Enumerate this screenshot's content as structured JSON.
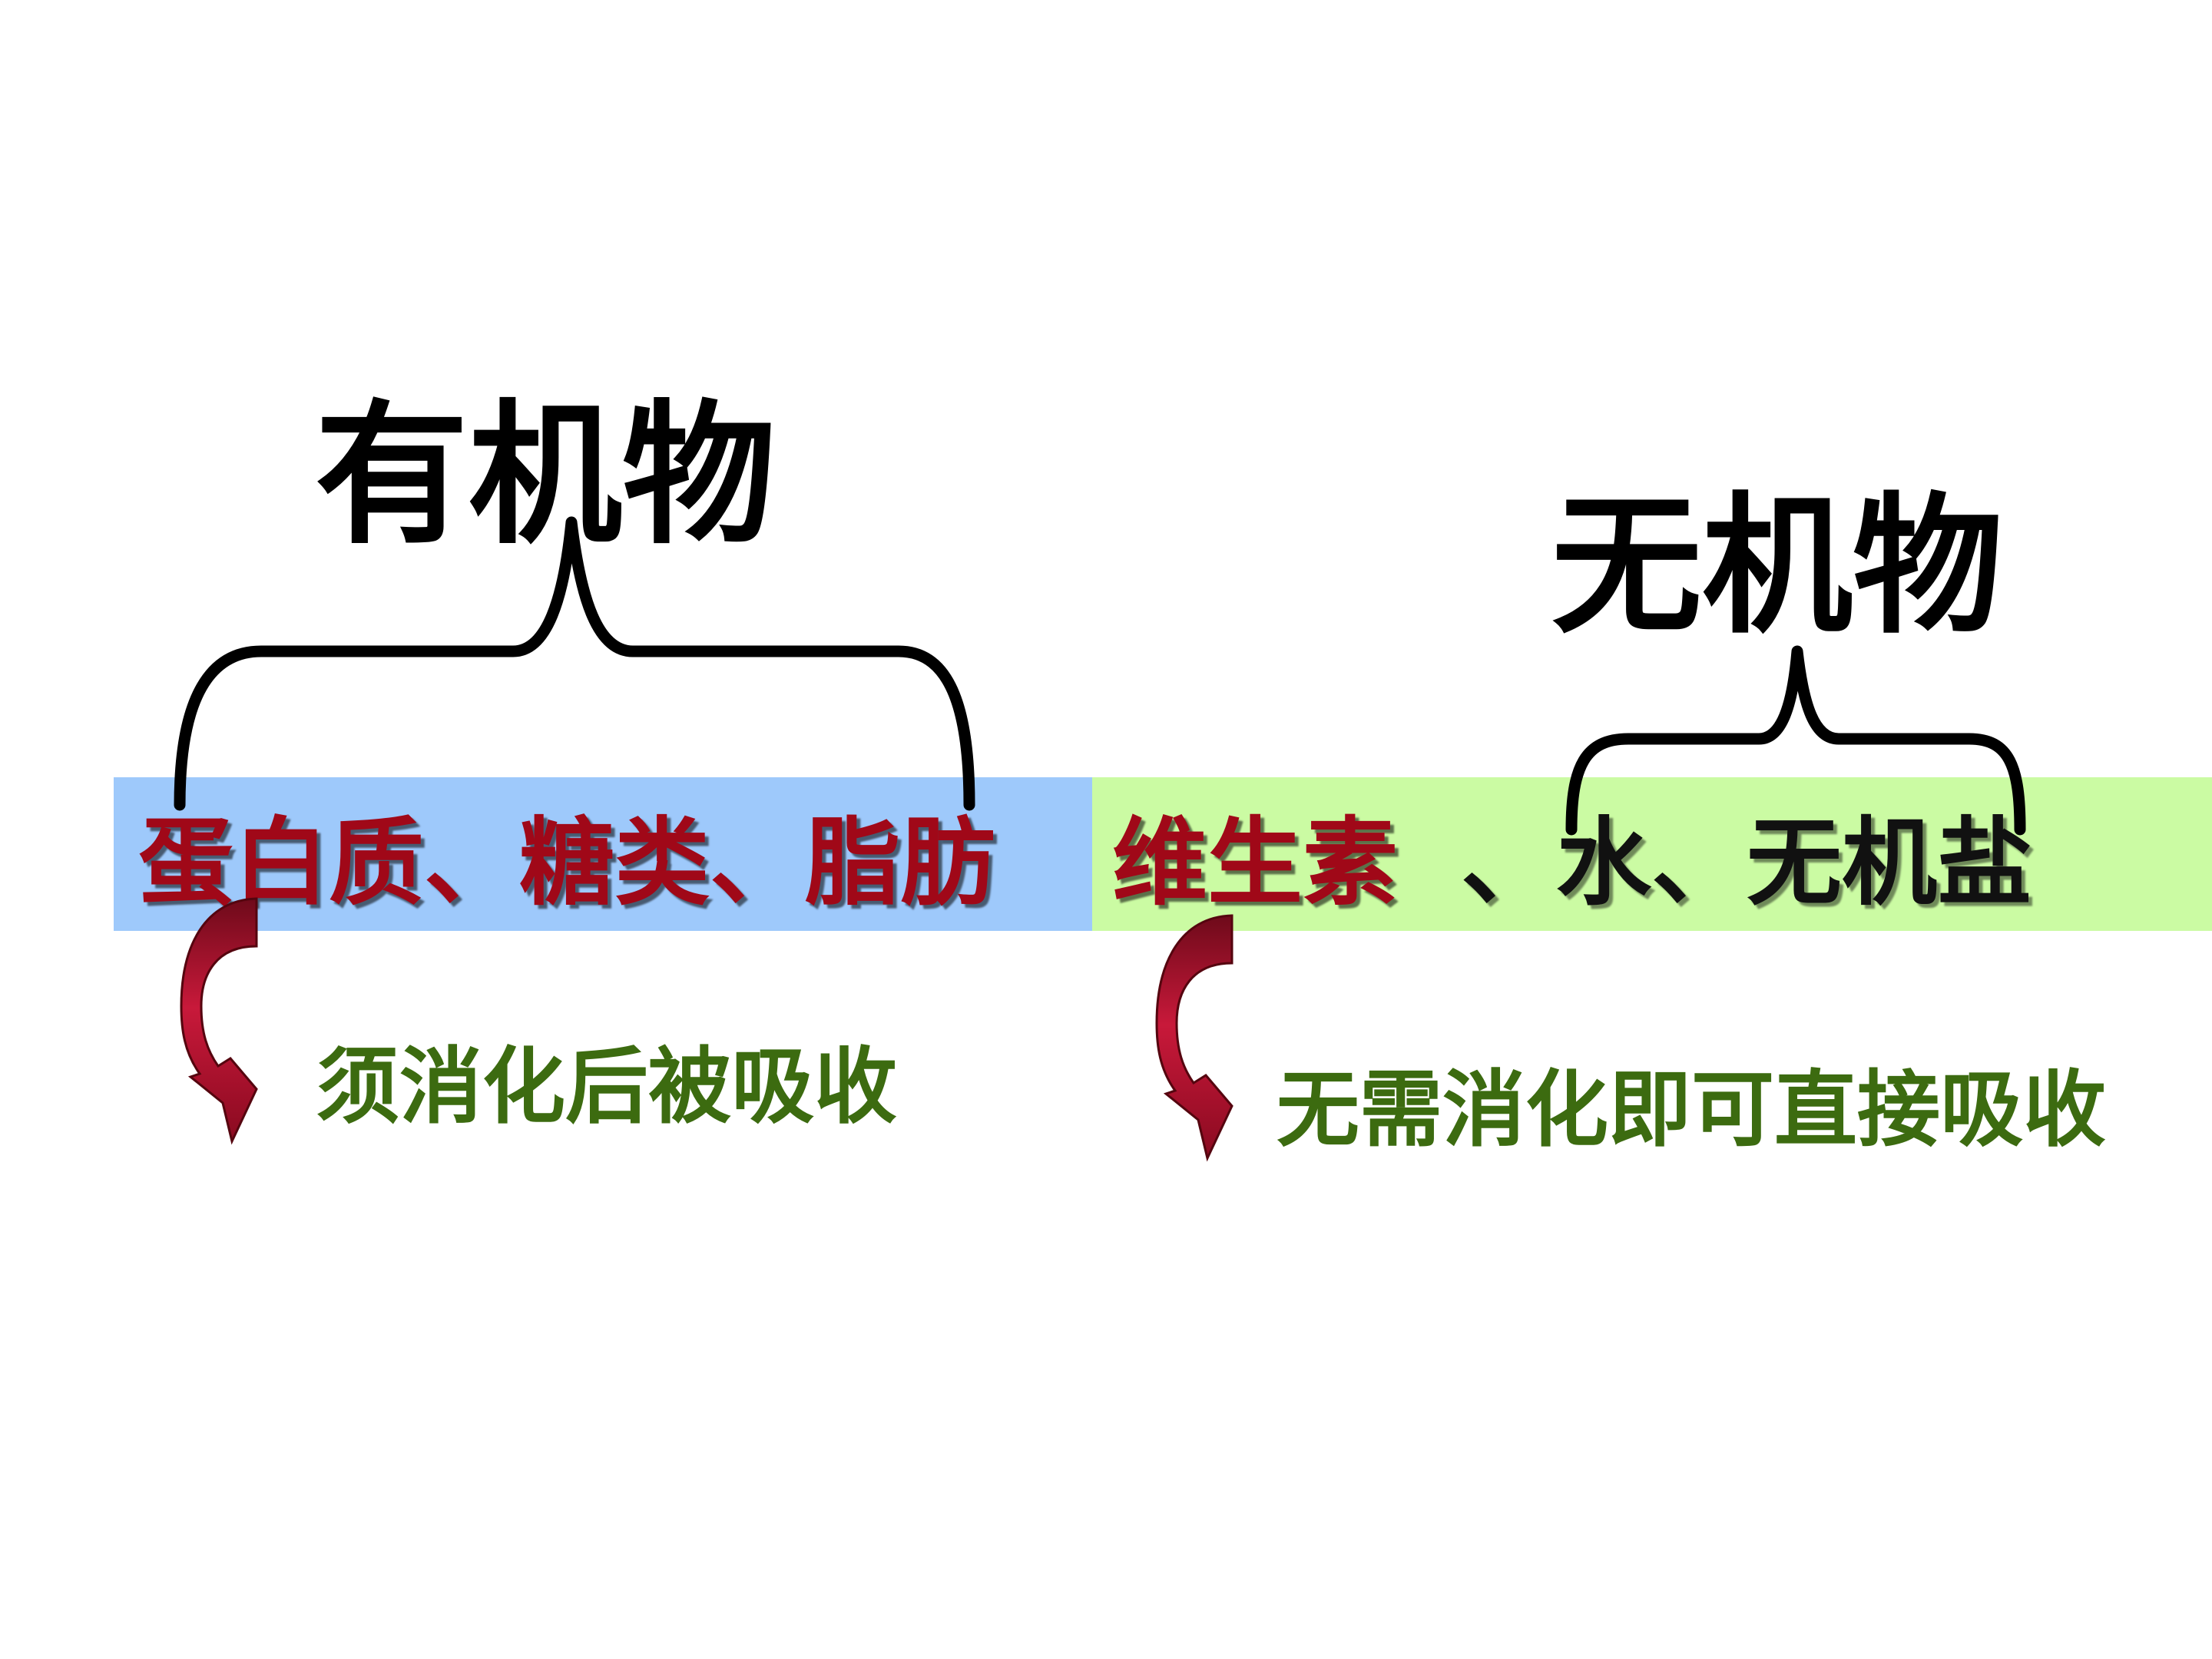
{
  "groups": {
    "organic": {
      "title": "有机物",
      "items": "蛋白质、糖类、脂肪",
      "note": "须消化后被吸收"
    },
    "vitamin": {
      "items": "维生素"
    },
    "inorganic": {
      "title": "无机物",
      "items": "、水、无机盐",
      "note": "无需消化即可直接吸收"
    }
  },
  "colors": {
    "band_left": "#9ec9fb",
    "band_right": "#cbfba3",
    "item_red": "#a00818",
    "note_green": "#3c6b10",
    "arrow_red": "#9a0d25"
  }
}
